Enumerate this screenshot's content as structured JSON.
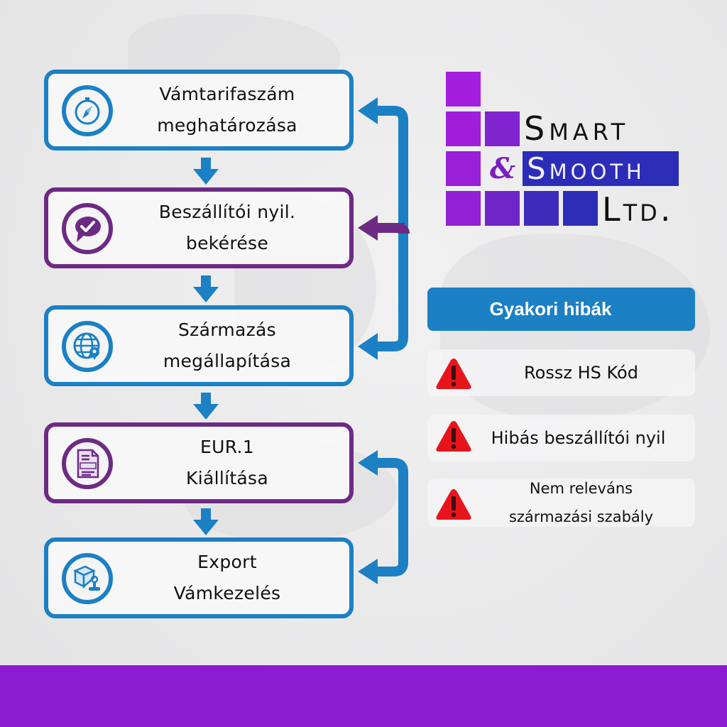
{
  "steps": [
    {
      "line1": "Vámtarifaszám",
      "line2": "meghatározása",
      "icon": "compass-icon",
      "color": "#1b80c4"
    },
    {
      "line1": "Beszállítói nyil.",
      "line2": "bekérése",
      "icon": "chat-check-icon",
      "color": "#6d2a83"
    },
    {
      "line1": "Származás",
      "line2": "megállapítása",
      "icon": "globe-pin-icon",
      "color": "#1b80c4"
    },
    {
      "line1": "EUR.1",
      "line2": "Kiállítása",
      "icon": "certificate-document-icon",
      "color": "#6d2a83"
    },
    {
      "line1": "Export",
      "line2": "Vámkezelés",
      "icon": "package-stamp-icon",
      "color": "#1b80c4"
    }
  ],
  "logo": {
    "line1": "Smart",
    "ampersand": "&",
    "line2": "Smooth",
    "line3": "Ltd.",
    "colors": {
      "violet": "#a21ddf",
      "indigo": "#2b2db8",
      "ampersand": "#7a1fbf"
    }
  },
  "errors": {
    "title": "Gyakori hibák",
    "items": [
      {
        "text": "Rossz HS Kód"
      },
      {
        "text": "Hibás beszállítói nyil"
      },
      {
        "line1": "Nem releváns",
        "line2": "származási szabály"
      }
    ]
  },
  "colors": {
    "blue": "#1b80c4",
    "purple": "#6d2a83",
    "footer": "#8c1bd2",
    "warning": "#e8141c"
  }
}
